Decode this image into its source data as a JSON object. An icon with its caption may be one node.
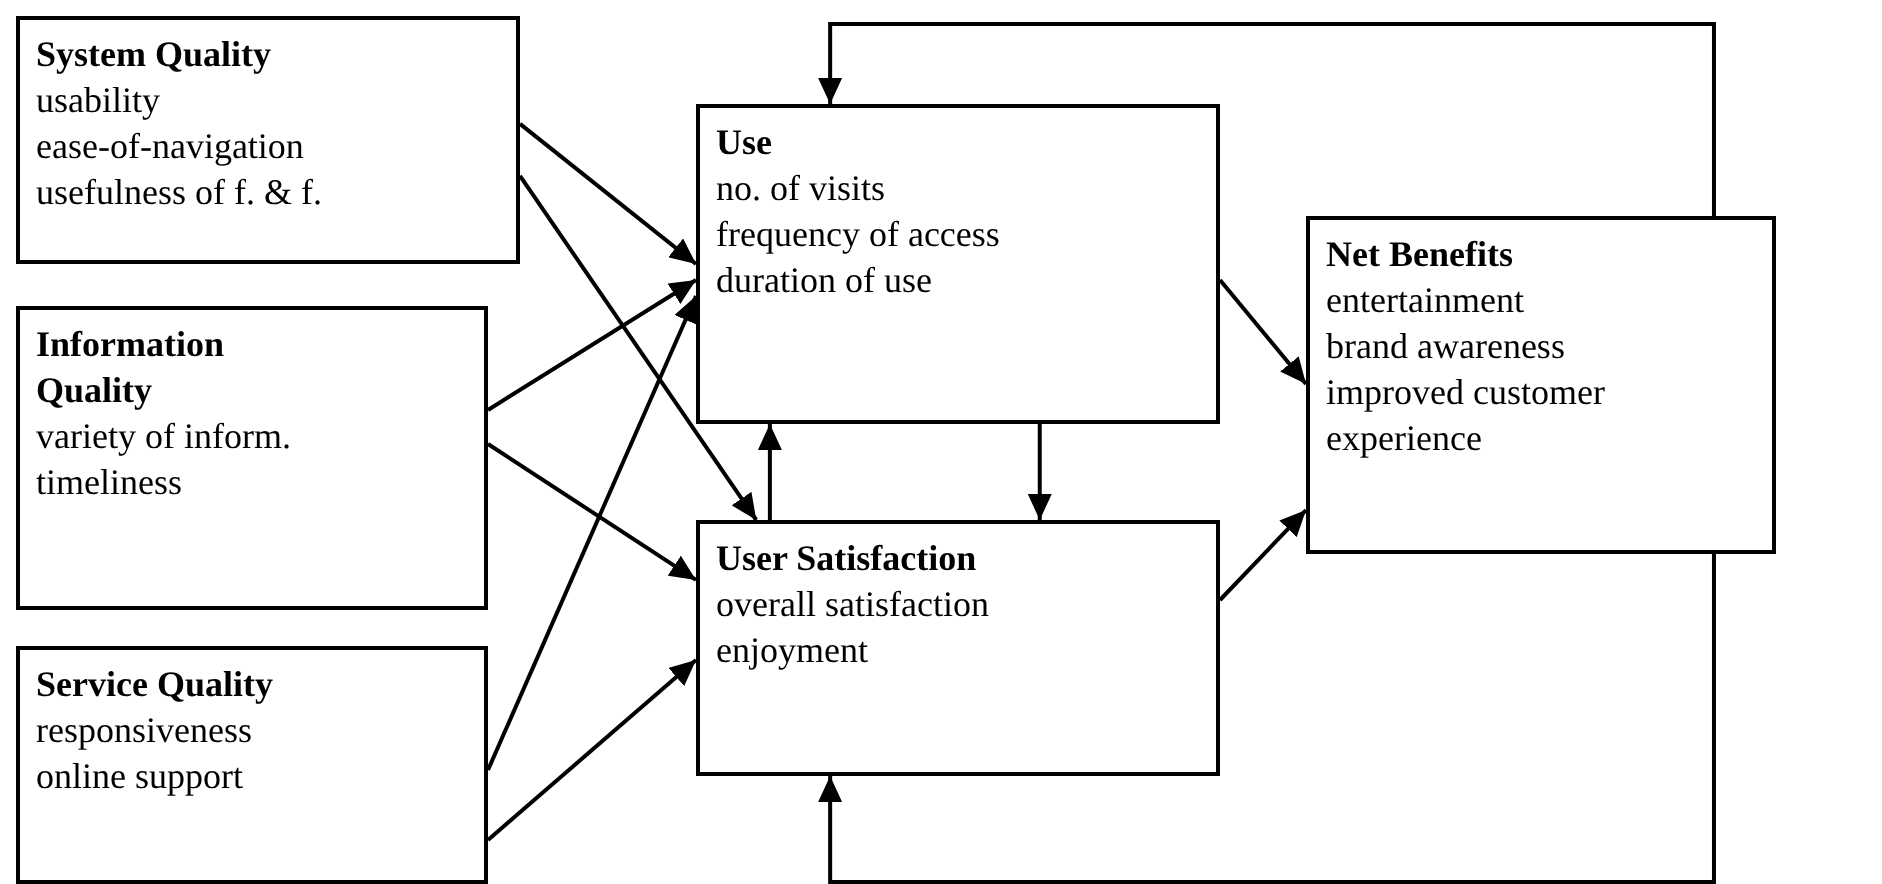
{
  "diagram": {
    "nodes": [
      {
        "text": [
          "System Quality",
          "usability",
          "ease-of-navigation",
          "usefulness of f. & f."
        ]
      },
      {
        "text": [
          "Information Quality",
          "variety of inform.",
          "timeliness"
        ]
      },
      {
        "text": [
          "Service Quality",
          "responsiveness",
          "online support"
        ]
      },
      {
        "text": [
          "Use",
          "no. of visits",
          "frequency of access",
          "duration of use"
        ]
      },
      {
        "text": [
          "User Satisfaction",
          "overall satisfaction",
          "enjoyment"
        ]
      },
      {
        "text": [
          "Net Benefits",
          "entertainment",
          "brand awareness",
          "improved customer experience"
        ]
      }
    ],
    "edges": [
      {
        "from": 0,
        "to": 3,
        "arrow": "to"
      },
      {
        "from": 0,
        "to": 4,
        "arrow": "to"
      },
      {
        "from": 1,
        "to": 3,
        "arrow": "to"
      },
      {
        "from": 1,
        "to": 4,
        "arrow": "to"
      },
      {
        "from": 2,
        "to": 3,
        "arrow": "to"
      },
      {
        "from": 2,
        "to": 4,
        "arrow": "to"
      },
      {
        "from": 3,
        "to": 4,
        "arrow": "to"
      },
      {
        "from": 4,
        "to": 3,
        "arrow": "to"
      },
      {
        "from": 3,
        "to": 5,
        "arrow": "to"
      },
      {
        "from": 4,
        "to": 5,
        "arrow": "to"
      },
      {
        "from": 5,
        "to": 3,
        "arrow": "to"
      },
      {
        "from": 5,
        "to": 4,
        "arrow": "to"
      }
    ]
  }
}
